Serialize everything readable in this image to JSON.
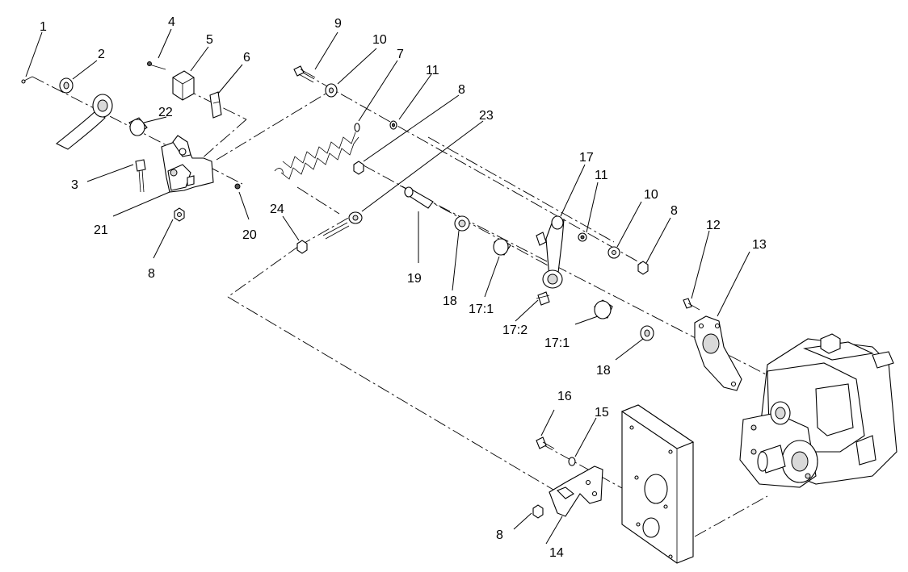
{
  "callouts": {
    "c1": "1",
    "c2": "2",
    "c3": "3",
    "c4": "4",
    "c5": "5",
    "c6": "6",
    "c7": "7",
    "c8a": "8",
    "c8b": "8",
    "c8c": "8",
    "c8d": "8",
    "c9": "9",
    "c10a": "10",
    "c10b": "10",
    "c11a": "11",
    "c11b": "11",
    "c12": "12",
    "c13": "13",
    "c14": "14",
    "c15": "15",
    "c16": "16",
    "c17": "17",
    "c17_1a": "17:1",
    "c17_1b": "17:1",
    "c17_2": "17:2",
    "c18a": "18",
    "c18b": "18",
    "c19": "19",
    "c20": "20",
    "c21": "21",
    "c22": "22",
    "c23": "23",
    "c24": "24"
  }
}
